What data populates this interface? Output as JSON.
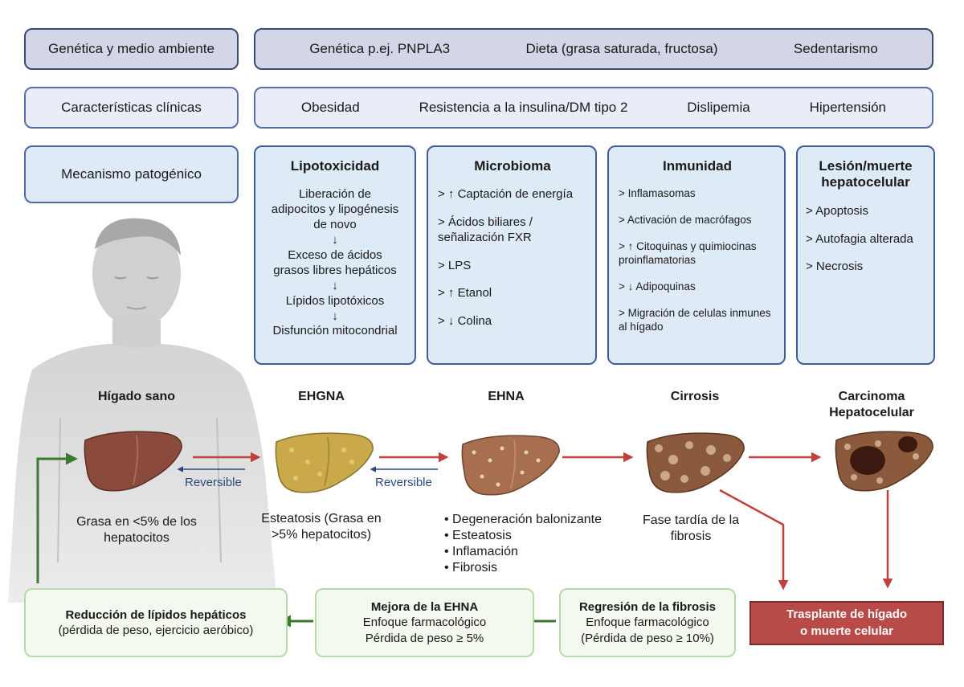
{
  "rows": {
    "genetics_label": "Genética y medio ambiente",
    "genetics_items": [
      "Genética p.ej. PNPLA3",
      "Dieta (grasa saturada, fructosa)",
      "Sedentarismo"
    ],
    "clinical_label": "Características clínicas",
    "clinical_items": [
      "Obesidad",
      "Resistencia a la insulina/DM tipo 2",
      "Dislipemia",
      "Hipertensión"
    ],
    "mechanism_label": "Mecanismo patogénico"
  },
  "mechanisms": {
    "lipotox": {
      "title": "Lipotoxicidad",
      "lines": [
        "Liberación de",
        "adipocitos y lipogénesis",
        "de novo",
        "↓",
        "Exceso de ácidos",
        "grasos libres hepáticos",
        "↓",
        "Lípidos lipotóxicos",
        "↓",
        "Disfunción mitocondrial"
      ]
    },
    "microbiome": {
      "title": "Microbioma",
      "items": [
        "> ↑ Captación de energía",
        "> Ácidos biliares / señalización FXR",
        "> LPS",
        "> ↑ Etanol",
        "> ↓ Colina"
      ]
    },
    "immunity": {
      "title": "Inmunidad",
      "items": [
        "> Inflamasomas",
        "> Activación de macrófagos",
        "> ↑ Citoquinas y quimiocinas proinflamatorias",
        "> ↓ Adipoquinas",
        "> Migración de celulas inmunes al hígado"
      ]
    },
    "injury": {
      "title": "Lesión/muerte hepatocelular",
      "items": [
        "> Apoptosis",
        "> Autofagia alterada",
        "> Necrosis"
      ]
    }
  },
  "stages": {
    "healthy": {
      "title": "Hígado sano",
      "desc": "Grasa en <5% de los hepatocitos"
    },
    "nafld": {
      "title": "EHGNA",
      "desc": "Esteatosis (Grasa en >5% hepatocitos)"
    },
    "nash": {
      "title": "EHNA",
      "bullets": [
        "• Degeneración balonizante",
        "• Esteatosis",
        "• Inflamación",
        "• Fibrosis"
      ]
    },
    "cirrhosis": {
      "title": "Cirrosis",
      "desc": "Fase tardía de la fibrosis"
    },
    "hcc": {
      "title": "Carcinoma Hepatocelular"
    }
  },
  "reversible_label": "Reversible",
  "outcomes": {
    "lipid": {
      "title": "Reducción de lípidos hepáticos",
      "sub": "(pérdida de peso, ejercicio aeróbico)"
    },
    "nash_improve": {
      "title": "Mejora de la EHNA",
      "line1": "Enfoque farmacológico",
      "line2": "Pérdida de peso ≥ 5%"
    },
    "fibrosis_regress": {
      "title": "Regresión de la fibrosis",
      "line1": "Enfoque farmacológico",
      "line2": "(Pérdida de peso ≥ 10%)"
    },
    "transplant": {
      "line1": "Trasplante de hígado",
      "line2": "o muerte celular"
    }
  },
  "colors": {
    "arrow_red": "#c0403c",
    "arrow_green": "#3b7a2e",
    "arrow_blue": "#2d4a80",
    "liver_healthy": "#8a4a3c",
    "liver_fatty": "#c9a94a",
    "liver_cirrhosis": "#8b5a3c"
  }
}
